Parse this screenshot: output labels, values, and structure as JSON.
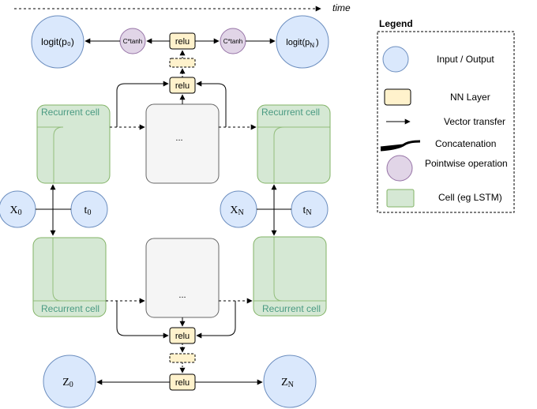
{
  "time_label": "time",
  "nodes": {
    "logit_p0": "logit(p₀)",
    "logit_pN": "logit(p",
    "logit_pN_sub": "N",
    "logit_pN_close": ")",
    "ctanh_left": "C*tanh",
    "ctanh_right": "C*tanh",
    "relu_top": "relu",
    "relu_upper": "relu",
    "relu_lower": "relu",
    "relu_bottom": "relu",
    "x0": "X",
    "x0_sub": "0",
    "t0": "t",
    "t0_sub": "0",
    "xN": "X",
    "xN_sub": "N",
    "tN": "t",
    "tN_sub": "N",
    "z0": "Z",
    "z0_sub": "0",
    "zN": "Z",
    "zN_sub": "N",
    "ellipsis_top": "...",
    "ellipsis_bottom": "...",
    "cell_top_left": "Recurrent cell",
    "cell_top_right": "Recurrent cell",
    "cell_bottom_left": "Recurrent cell",
    "cell_bottom_right": "Recurrent cell"
  },
  "legend": {
    "title": "Legend",
    "items": [
      {
        "icon": "circle-icon",
        "label": "Input / Output"
      },
      {
        "icon": "nn-layer-icon",
        "label": "NN Layer"
      },
      {
        "icon": "arrow-icon",
        "label": "Vector transfer"
      },
      {
        "icon": "concatenation-icon",
        "label": "Concatenation"
      },
      {
        "icon": "pointwise-icon",
        "label": "Pointwise operation"
      },
      {
        "icon": "cell-icon",
        "label": "Cell  (eg LSTM)"
      }
    ]
  },
  "colors": {
    "io_fill": "#dae8fc",
    "io_stroke": "#6c8ebf",
    "nn_fill": "#fff2cc",
    "nn_stroke": "#000000",
    "op_fill": "#e1d5e7",
    "op_stroke": "#9673a6",
    "cell_fill": "#d5e8d4",
    "cell_stroke": "#82b366",
    "inner_fill": "#f5f5f5",
    "inner_stroke": "#666666"
  }
}
